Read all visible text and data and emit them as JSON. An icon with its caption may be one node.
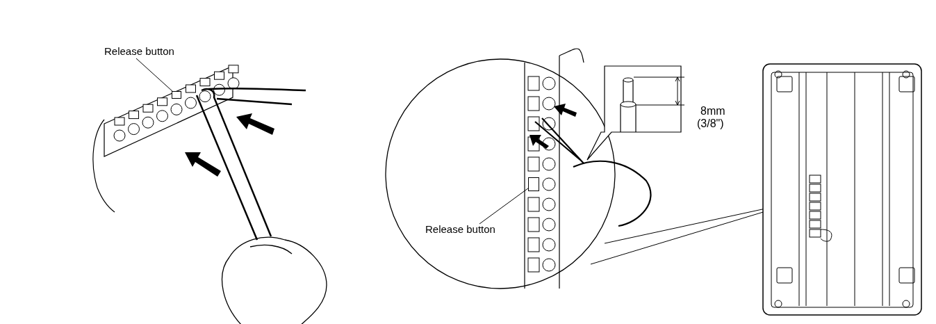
{
  "diagram": {
    "nodes": [
      {
        "text": [
          "Release button"
        ]
      },
      {
        "text": [],
        "shape": "box"
      },
      {
        "text": [
          "Release button"
        ]
      },
      {
        "text": [],
        "shape": "box"
      }
    ],
    "edges": [
      {
        "from": 0,
        "to": 1,
        "arrow": "none"
      },
      {
        "from": 2,
        "to": 3,
        "arrow": "none"
      }
    ],
    "labels": [
      "8mm",
      "(3/8\")"
    ]
  }
}
